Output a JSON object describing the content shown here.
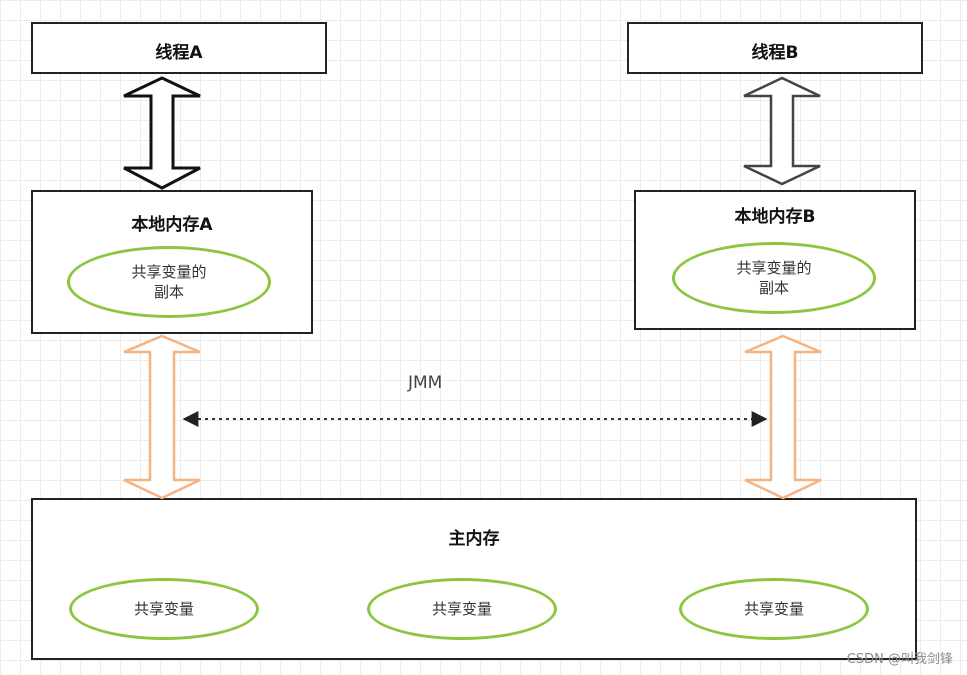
{
  "thread_a": {
    "title": "线程A"
  },
  "thread_b": {
    "title": "线程B"
  },
  "local_a": {
    "title": "本地内存A",
    "copy_line1": "共享变量的",
    "copy_line2": "副本"
  },
  "local_b": {
    "title": "本地内存B",
    "copy_line1": "共享变量的",
    "copy_line2": "副本"
  },
  "main": {
    "title": "主内存",
    "vars": [
      "共享变量",
      "共享变量",
      "共享变量"
    ]
  },
  "jmm_label": "JMM",
  "watermark": "CSDN @叫我剑锋",
  "colors": {
    "ellipse_border": "#8cc63f",
    "orange_arrow": "#f3b383",
    "box_border": "#222222"
  }
}
